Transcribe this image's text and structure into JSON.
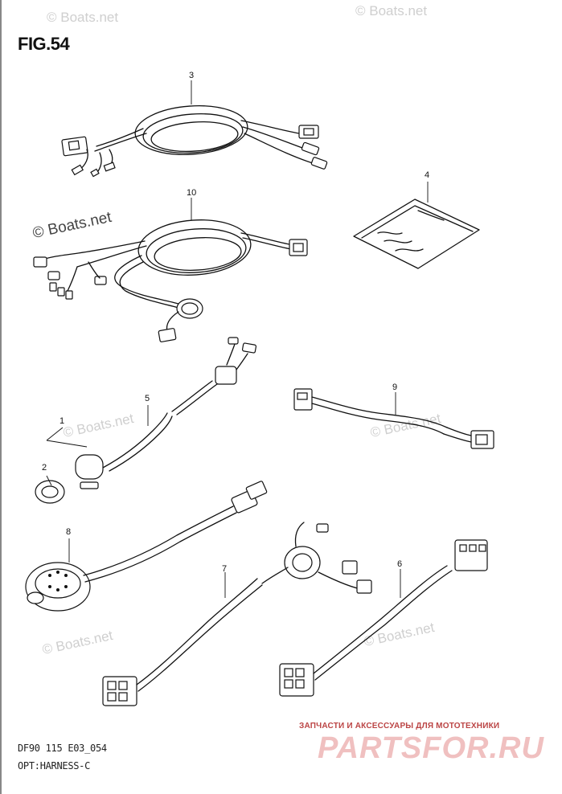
{
  "figure": {
    "title": "FIG.54",
    "code": "DF90 115 E03_054",
    "caption": "OPT:HARNESS-C"
  },
  "watermarks": {
    "text": "© Boats.net",
    "brand_line": "ЗАПЧАСТИ И АКСЕССУАРЫ ДЛЯ МОТОТЕХНИКИ",
    "brand_logo": "PARTSFOR.RU"
  },
  "callouts": [
    {
      "id": "p1",
      "label": "1"
    },
    {
      "id": "p2",
      "label": "2"
    },
    {
      "id": "p3",
      "label": "3"
    },
    {
      "id": "p4",
      "label": "4"
    },
    {
      "id": "p5",
      "label": "5"
    },
    {
      "id": "p6",
      "label": "6"
    },
    {
      "id": "p7",
      "label": "7"
    },
    {
      "id": "p8",
      "label": "8"
    },
    {
      "id": "p9",
      "label": "9"
    },
    {
      "id": "p10",
      "label": "10"
    }
  ],
  "colors": {
    "line": "#111111",
    "watermark": "#cfcfcf",
    "brand": "#f0c0c0"
  }
}
